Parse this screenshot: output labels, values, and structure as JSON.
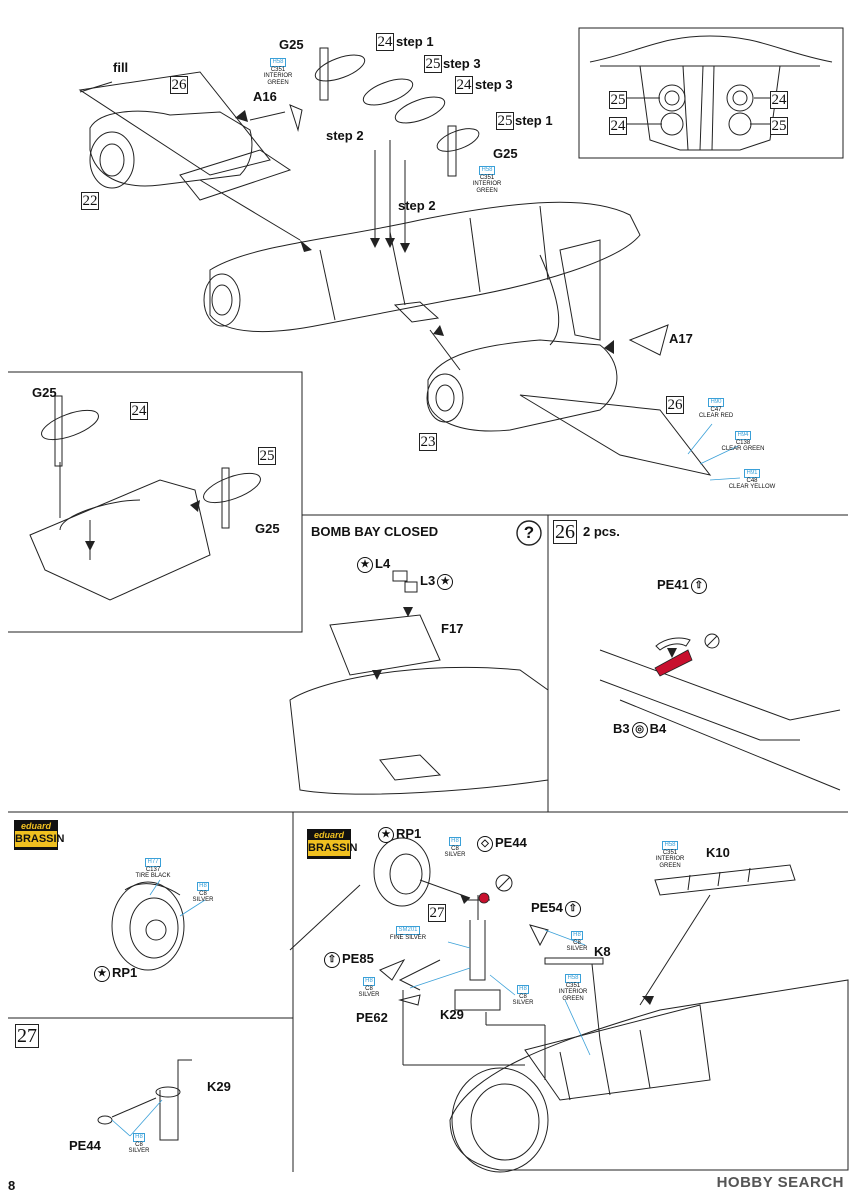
{
  "page_number": "8",
  "watermark": "HOBBY SEARCH",
  "labels": {
    "fill": "fill",
    "A16": "A16",
    "A17": "A17",
    "G25": "G25",
    "step1": "step 1",
    "step2": "step 2",
    "step3": "step 3",
    "bomb_bay_closed": "BOMB BAY CLOSED",
    "two_pcs": "2 pcs.",
    "L4": "L4",
    "L3": "L3",
    "F17": "F17",
    "PE41": "PE41",
    "B3": "B3",
    "B4": "B4",
    "RP1": "RP1",
    "PE44": "PE44",
    "PE54": "PE54",
    "PE85": "PE85",
    "PE62": "PE62",
    "K8": "K8",
    "K10": "K10",
    "K29": "K29",
    "question_mark": "?"
  },
  "part_numbers": {
    "n22": "22",
    "n23": "23",
    "n24": "24",
    "n25": "25",
    "n26": "26",
    "n27": "27"
  },
  "paints": {
    "interior_green": {
      "code1": "H58",
      "code2": "C351",
      "name1": "INTERIOR",
      "name2": "GREEN"
    },
    "clear_red": {
      "code1": "H90",
      "code2": "C47",
      "name": "CLEAR RED"
    },
    "clear_green": {
      "code1": "H94",
      "code2": "C138",
      "name": "CLEAR GREEN"
    },
    "clear_yellow": {
      "code1": "H91",
      "code2": "C48",
      "name": "CLEAR YELLOW"
    },
    "tire_black": {
      "code1": "H77",
      "code2": "C137",
      "name": "TIRE BLACK"
    },
    "silver": {
      "code1": "H8",
      "code2": "C8",
      "name": "SILVER"
    },
    "fine_silver": {
      "code1": "SM201",
      "name": "FINE SILVER"
    }
  },
  "brassin": {
    "line1": "eduard",
    "line2": "BRASSIN"
  },
  "colors": {
    "accent_blue": "#3aa0d8",
    "highlight_red": "#c8102e",
    "brassin_yellow": "#f0c020"
  }
}
